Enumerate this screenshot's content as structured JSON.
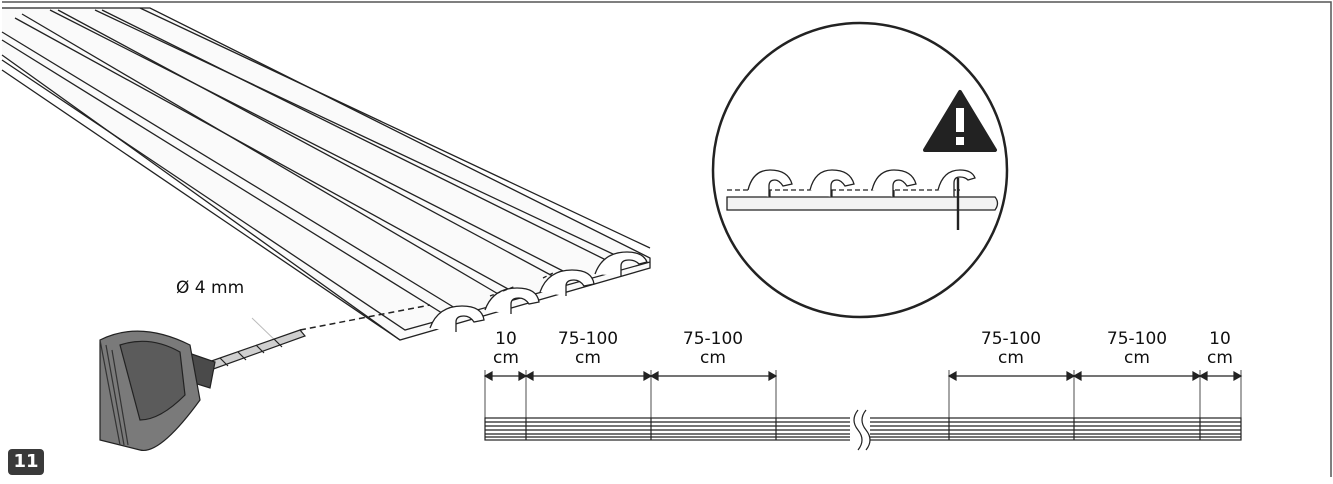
{
  "figure": {
    "step_number": "11",
    "drill_label": "Ø 4 mm",
    "warning_icon": "warning-triangle-icon",
    "spacing": [
      {
        "value": "10",
        "unit": "cm"
      },
      {
        "value": "75-100",
        "unit": "cm"
      },
      {
        "value": "75-100",
        "unit": "cm"
      },
      {
        "value": "75-100",
        "unit": "cm"
      },
      {
        "value": "75-100",
        "unit": "cm"
      },
      {
        "value": "10",
        "unit": "cm"
      }
    ]
  }
}
